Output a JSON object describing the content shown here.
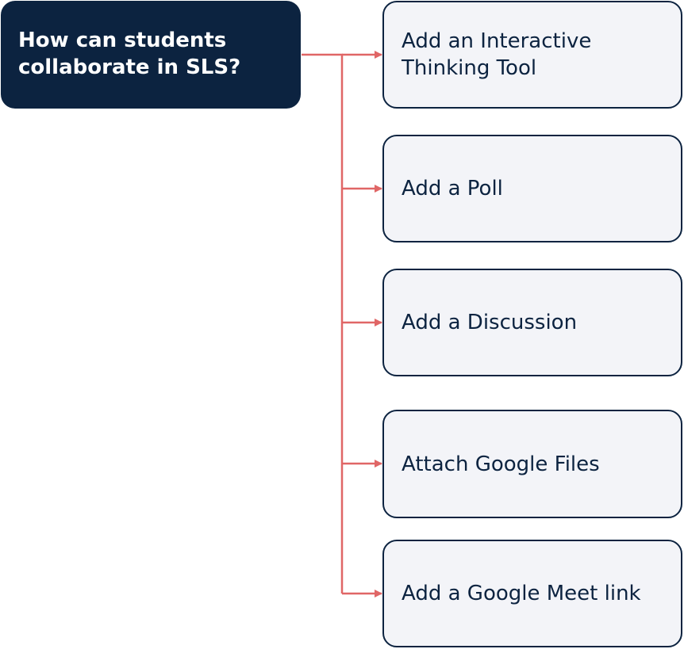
{
  "diagram": {
    "root": {
      "lines": [
        "How can students",
        "collaborate in SLS?"
      ]
    },
    "children": [
      {
        "lines": [
          "Add an Interactive",
          "Thinking Tool"
        ]
      },
      {
        "lines": [
          "Add a Poll"
        ]
      },
      {
        "lines": [
          "Add a Discussion"
        ]
      },
      {
        "lines": [
          "Attach Google Files"
        ]
      },
      {
        "lines": [
          "Add a Google Meet  link"
        ]
      }
    ]
  },
  "colors": {
    "root_fill": "#0c2340",
    "child_fill": "#f3f4f8",
    "child_border": "#0c2340",
    "connector": "#e06666"
  }
}
